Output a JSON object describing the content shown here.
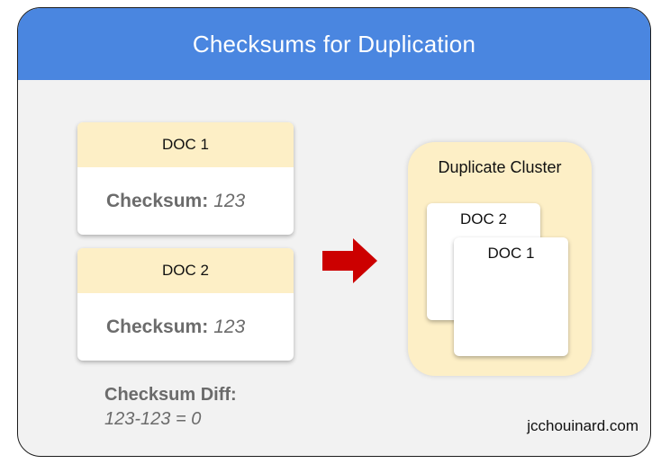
{
  "title": "Checksums for Duplication",
  "docs": [
    {
      "name": "DOC 1",
      "checksum_label": "Checksum:",
      "checksum_value": "123"
    },
    {
      "name": "DOC 2",
      "checksum_label": "Checksum:",
      "checksum_value": "123"
    }
  ],
  "diff": {
    "label": "Checksum Diff:",
    "value": "123-123 = 0"
  },
  "cluster": {
    "title": "Duplicate Cluster",
    "docs": [
      "DOC 2",
      "DOC 1"
    ]
  },
  "footer": {
    "site": "jcchouinard.com"
  },
  "colors": {
    "header": "#4a86e0",
    "doc_header": "#fdefc6",
    "arrow": "#cc0000",
    "muted_text": "#6b6b6b"
  },
  "icons": {
    "arrow": "right-arrow-icon"
  }
}
